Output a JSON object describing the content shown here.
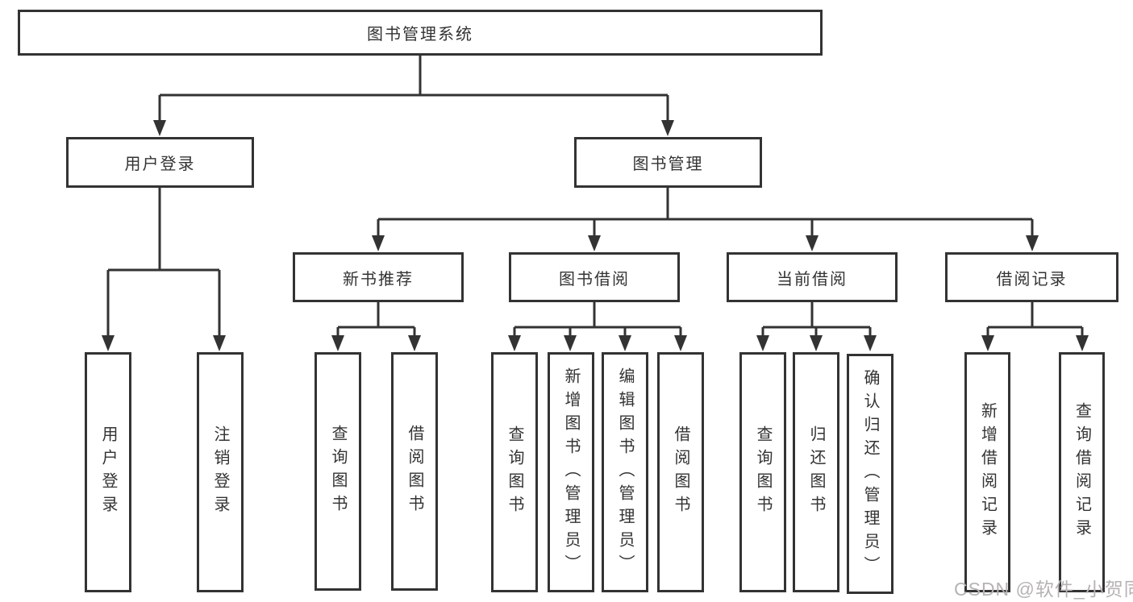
{
  "tree": {
    "root": {
      "label": "图书管理系统",
      "children": [
        {
          "label": "用户登录",
          "children": [
            {
              "label": "用户登录"
            },
            {
              "label": "注销登录"
            }
          ]
        },
        {
          "label": "图书管理",
          "children": [
            {
              "label": "新书推荐",
              "children": [
                {
                  "label": "查询图书"
                },
                {
                  "label": "借阅图书"
                }
              ]
            },
            {
              "label": "图书借阅",
              "children": [
                {
                  "label": "查询图书"
                },
                {
                  "label": "新增图书（管理员）"
                },
                {
                  "label": "编辑图书（管理员）"
                },
                {
                  "label": "借阅图书"
                }
              ]
            },
            {
              "label": "当前借阅",
              "children": [
                {
                  "label": "查询图书"
                },
                {
                  "label": "归还图书"
                },
                {
                  "label": "确认归还（管理员）"
                }
              ]
            },
            {
              "label": "借阅记录",
              "children": [
                {
                  "label": "新增借阅记录"
                },
                {
                  "label": "查询借阅记录"
                }
              ]
            }
          ]
        }
      ]
    }
  },
  "watermark": {
    "text": "CSDN @软件_小贺同学"
  },
  "colors": {
    "line": "#333333",
    "text": "#333333",
    "background": "#ffffff",
    "watermark": "#b6b3b3"
  }
}
